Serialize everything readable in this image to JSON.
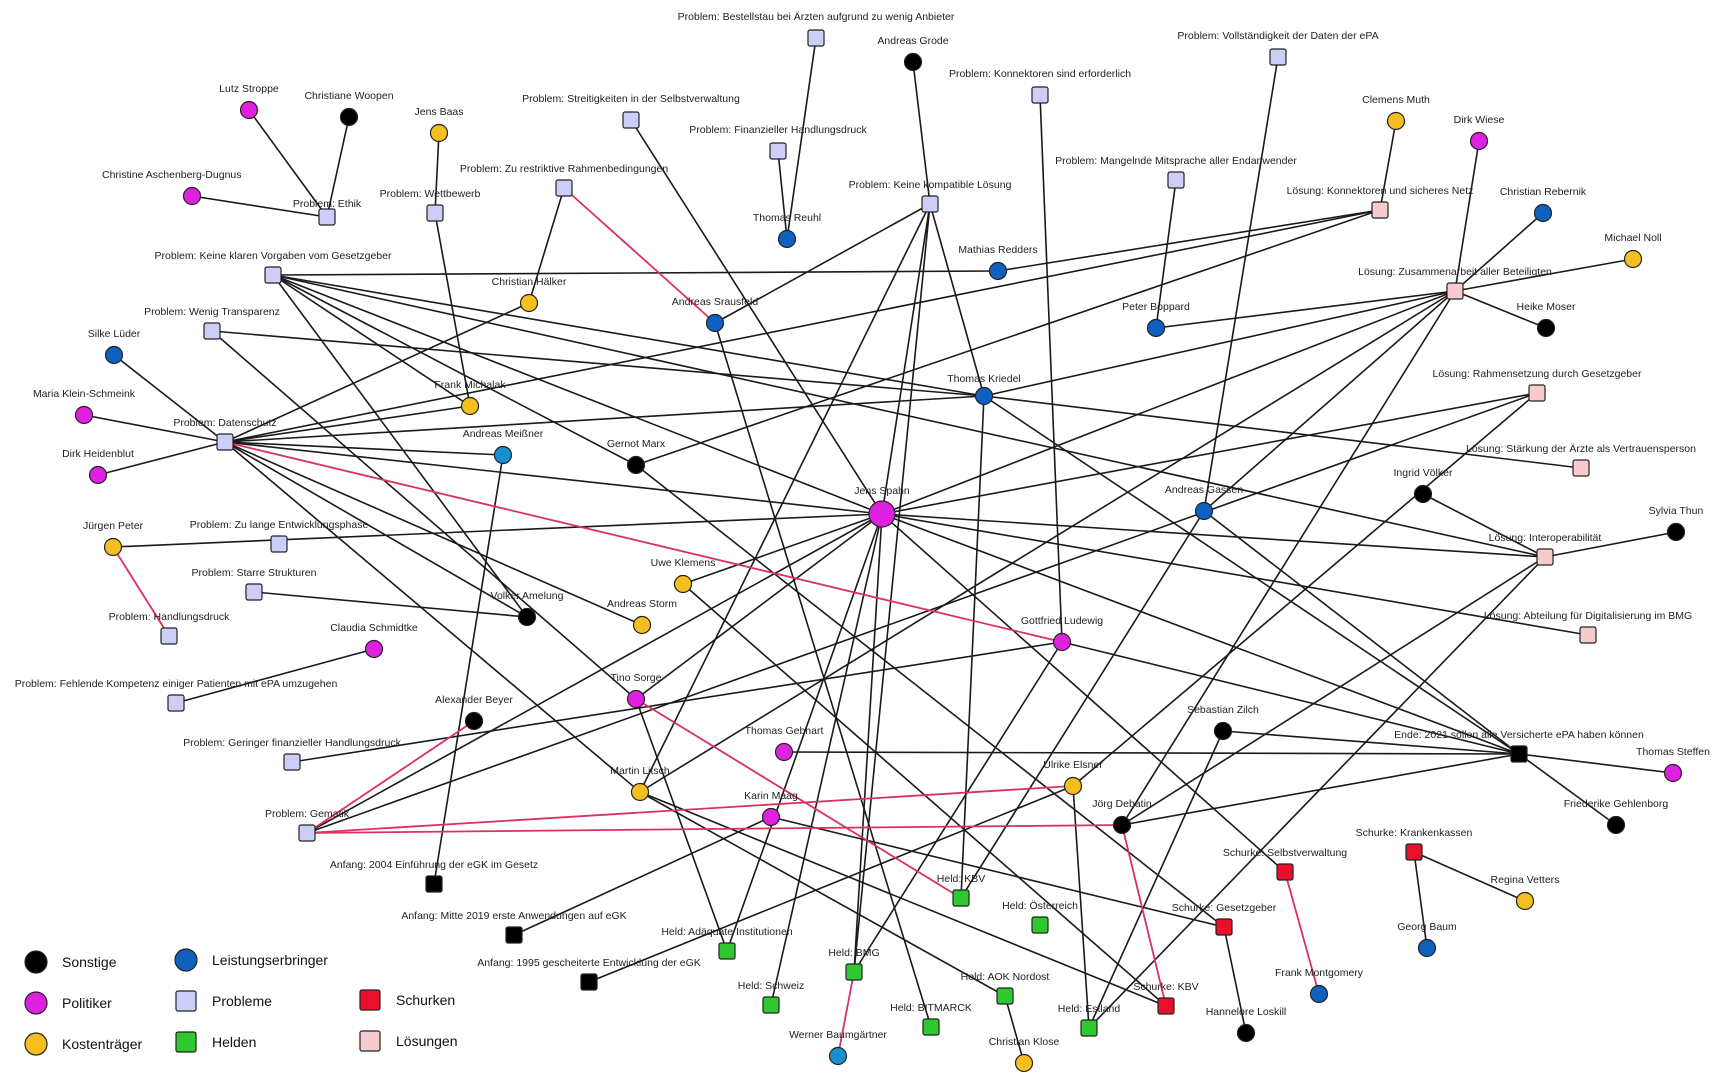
{
  "colors": {
    "Sonstige": "#000000",
    "Politiker": "#e020e0",
    "Kostenträger": "#f5bf20",
    "Leistungserbringer": "#1060c0",
    "Leistungserbringer2": "#1890d0",
    "Probleme": "#cccef8",
    "Helden": "#30c830",
    "Schurken": "#e8102a",
    "Lösungen": "#f8cccc",
    "edge": "#1a1a1a",
    "edge_red": "#d9325e"
  },
  "legend": [
    {
      "id": "sonstige",
      "label": "Sonstige",
      "cat": "Sonstige",
      "shape": "circle"
    },
    {
      "id": "politiker",
      "label": "Politiker",
      "cat": "Politiker",
      "shape": "circle"
    },
    {
      "id": "kostentraeger",
      "label": "Kostenträger",
      "cat": "Kostenträger",
      "shape": "circle"
    },
    {
      "id": "leistungserbringer",
      "label": "Leistungserbringer",
      "cat": "Leistungserbringer",
      "shape": "circle"
    },
    {
      "id": "probleme",
      "label": "Probleme",
      "cat": "Probleme",
      "shape": "square"
    },
    {
      "id": "helden",
      "label": "Helden",
      "cat": "Helden",
      "shape": "square"
    },
    {
      "id": "schurken",
      "label": "Schurken",
      "cat": "Schurken",
      "shape": "square"
    },
    {
      "id": "loesungen",
      "label": "Lösungen",
      "cat": "Lösungen",
      "shape": "square"
    }
  ],
  "nodes": [
    {
      "id": "spahn",
      "label": "Jens Spahn",
      "cat": "Politiker",
      "shape": "circle",
      "big": true
    },
    {
      "id": "p_bestell",
      "label": "Problem: Bestellstau bei Ärzten aufgrund zu wenig Anbieter",
      "cat": "Probleme",
      "shape": "square"
    },
    {
      "id": "grode",
      "label": "Andreas Grode",
      "cat": "Sonstige",
      "shape": "circle"
    },
    {
      "id": "p_vollst",
      "label": "Problem: Vollständigkeit der Daten der ePA",
      "cat": "Probleme",
      "shape": "square"
    },
    {
      "id": "p_konn",
      "label": "Problem: Konnektoren sind erforderlich",
      "cat": "Probleme",
      "shape": "square"
    },
    {
      "id": "stroppe",
      "label": "Lutz Stroppe",
      "cat": "Politiker",
      "shape": "circle"
    },
    {
      "id": "wooopen",
      "label": "Christiane Woopen",
      "cat": "Sonstige",
      "shape": "circle"
    },
    {
      "id": "baas",
      "label": "Jens Baas",
      "cat": "Kostenträger",
      "shape": "circle"
    },
    {
      "id": "p_streit",
      "label": "Problem: Streitigkeiten in der Selbstverwaltung",
      "cat": "Probleme",
      "shape": "square"
    },
    {
      "id": "p_finanz",
      "label": "Problem: Finanzieller Handlungsdruck",
      "cat": "Probleme",
      "shape": "square"
    },
    {
      "id": "muth",
      "label": "Clemens Muth",
      "cat": "Kostenträger",
      "shape": "circle"
    },
    {
      "id": "wiese",
      "label": "Dirk Wiese",
      "cat": "Politiker",
      "shape": "circle"
    },
    {
      "id": "aschenberg",
      "label": "Christine Aschenberg-Dugnus",
      "cat": "Politiker",
      "shape": "circle"
    },
    {
      "id": "p_ethik",
      "label": "Problem: Ethik",
      "cat": "Probleme",
      "shape": "square"
    },
    {
      "id": "p_wettbewerb",
      "label": "Problem: Wettbewerb",
      "cat": "Probleme",
      "shape": "square"
    },
    {
      "id": "p_restriktiv",
      "label": "Problem: Zu restriktive Rahmenbedingungen",
      "cat": "Probleme",
      "shape": "square"
    },
    {
      "id": "p_mitsprache",
      "label": "Problem: Mangelnde Mitsprache aller Endanwender",
      "cat": "Probleme",
      "shape": "square"
    },
    {
      "id": "p_kompatibel",
      "label": "Problem: Keine kompatible Lösung",
      "cat": "Probleme",
      "shape": "square"
    },
    {
      "id": "l_konn",
      "label": "Lösung: Konnektoren und sicheres Netz",
      "cat": "Lösungen",
      "shape": "square"
    },
    {
      "id": "rebernik",
      "label": "Christian Rebernik",
      "cat": "Leistungserbringer",
      "shape": "circle"
    },
    {
      "id": "reuhl",
      "label": "Thomas Reuhl",
      "cat": "Leistungserbringer",
      "shape": "circle"
    },
    {
      "id": "noll",
      "label": "Michael Noll",
      "cat": "Kostenträger",
      "shape": "circle"
    },
    {
      "id": "p_vorgaben",
      "label": "Problem: Keine klaren Vorgaben vom Gesetzgeber",
      "cat": "Probleme",
      "shape": "square"
    },
    {
      "id": "redders",
      "label": "Mathias Redders",
      "cat": "Leistungserbringer",
      "shape": "circle"
    },
    {
      "id": "l_zusammen",
      "label": "Lösung: Zusammenarbeit aller Beteiligten",
      "cat": "Lösungen",
      "shape": "square"
    },
    {
      "id": "haelker",
      "label": "Christian Hälker",
      "cat": "Kostenträger",
      "shape": "circle"
    },
    {
      "id": "p_transparenz",
      "label": "Problem: Wenig Transparenz",
      "cat": "Probleme",
      "shape": "square"
    },
    {
      "id": "srausfeld",
      "label": "Andreas Srausfeld",
      "cat": "Leistungserbringer",
      "shape": "circle"
    },
    {
      "id": "boppard",
      "label": "Peter Boppard",
      "cat": "Leistungserbringer",
      "shape": "circle"
    },
    {
      "id": "moser",
      "label": "Heike Moser",
      "cat": "Sonstige",
      "shape": "circle"
    },
    {
      "id": "lueder",
      "label": "Silke Lüder",
      "cat": "Leistungserbringer",
      "shape": "circle"
    },
    {
      "id": "kriedel",
      "label": "Thomas Kriedel",
      "cat": "Leistungserbringer",
      "shape": "circle"
    },
    {
      "id": "l_rahmen",
      "label": "Lösung: Rahmensetzung durch Gesetzgeber",
      "cat": "Lösungen",
      "shape": "square"
    },
    {
      "id": "michalak",
      "label": "Frank Michalak",
      "cat": "Kostenträger",
      "shape": "circle"
    },
    {
      "id": "klein",
      "label": "Maria Klein-Schmeink",
      "cat": "Politiker",
      "shape": "circle"
    },
    {
      "id": "p_datenschutz",
      "label": "Problem: Datenschutz",
      "cat": "Probleme",
      "shape": "square"
    },
    {
      "id": "meissner",
      "label": "Andreas Meißner",
      "cat": "Leistungserbringer2",
      "shape": "circle"
    },
    {
      "id": "marx",
      "label": "Gernot Marx",
      "cat": "Sonstige",
      "shape": "circle"
    },
    {
      "id": "l_aerzte",
      "label": "Lösung: Stärkung der Ärzte als Vertrauensperson",
      "cat": "Lösungen",
      "shape": "square"
    },
    {
      "id": "heidenblut",
      "label": "Dirk Heidenblut",
      "cat": "Politiker",
      "shape": "circle"
    },
    {
      "id": "voelker",
      "label": "Ingrid Völker",
      "cat": "Sonstige",
      "shape": "circle"
    },
    {
      "id": "gassen",
      "label": "Andreas Gassen",
      "cat": "Leistungserbringer",
      "shape": "circle"
    },
    {
      "id": "thun",
      "label": "Sylvia Thun",
      "cat": "Sonstige",
      "shape": "circle"
    },
    {
      "id": "peter",
      "label": "Jürgen Peter",
      "cat": "Kostenträger",
      "shape": "circle"
    },
    {
      "id": "p_entwicklung",
      "label": "Problem: Zu lange Entwicklungsphase",
      "cat": "Probleme",
      "shape": "square"
    },
    {
      "id": "l_interop",
      "label": "Lösung: Interoperabilität",
      "cat": "Lösungen",
      "shape": "square"
    },
    {
      "id": "klemens",
      "label": "Uwe Klemens",
      "cat": "Kostenträger",
      "shape": "circle"
    },
    {
      "id": "p_starr",
      "label": "Problem: Starre Strukturen",
      "cat": "Probleme",
      "shape": "square"
    },
    {
      "id": "amelung",
      "label": "Volker Amelung",
      "cat": "Sonstige",
      "shape": "circle"
    },
    {
      "id": "storm",
      "label": "Andreas Storm",
      "cat": "Kostenträger",
      "shape": "circle"
    },
    {
      "id": "p_handlung",
      "label": "Problem: Handlungsdruck",
      "cat": "Probleme",
      "shape": "square"
    },
    {
      "id": "ludewig",
      "label": "Gottfried Ludewig",
      "cat": "Politiker",
      "shape": "circle"
    },
    {
      "id": "l_abteilung",
      "label": "Lösung: Abteilung für Digitalisierung im BMG",
      "cat": "Lösungen",
      "shape": "square"
    },
    {
      "id": "schmidtke",
      "label": "Claudia Schmidtke",
      "cat": "Politiker",
      "shape": "circle"
    },
    {
      "id": "p_kompetenz",
      "label": "Problem: Fehlende Kompetenz einiger Patienten mit ePA umzugehen",
      "cat": "Probleme",
      "shape": "square"
    },
    {
      "id": "sorge",
      "label": "Tino Sorge",
      "cat": "Politiker",
      "shape": "circle"
    },
    {
      "id": "zilch",
      "label": "Sebastian Zilch",
      "cat": "Sonstige",
      "shape": "circle"
    },
    {
      "id": "ende",
      "label": "Ende: 2021 sollen alle Versicherte ePA haben können",
      "cat": "Sonstige",
      "shape": "square"
    },
    {
      "id": "beyer",
      "label": "Alexander Beyer",
      "cat": "Sonstige",
      "shape": "circle"
    },
    {
      "id": "gebhart",
      "label": "Thomas Gebhart",
      "cat": "Politiker",
      "shape": "circle"
    },
    {
      "id": "steffen",
      "label": "Thomas Steffen",
      "cat": "Politiker",
      "shape": "circle"
    },
    {
      "id": "p_gfinanz",
      "label": "Problem: Geringer finanzieller Handlungsdruck",
      "cat": "Probleme",
      "shape": "square"
    },
    {
      "id": "elsner",
      "label": "Ulrike Elsner",
      "cat": "Kostenträger",
      "shape": "circle"
    },
    {
      "id": "litsch",
      "label": "Martin Litsch",
      "cat": "Kostenträger",
      "shape": "circle"
    },
    {
      "id": "gehlenborg",
      "label": "Friederike Gehlenborg",
      "cat": "Sonstige",
      "shape": "circle"
    },
    {
      "id": "maag",
      "label": "Karin Maag",
      "cat": "Politiker",
      "shape": "circle"
    },
    {
      "id": "debatin",
      "label": "Jörg Debatin",
      "cat": "Sonstige",
      "shape": "circle"
    },
    {
      "id": "p_gematik",
      "label": "Problem: Gematik",
      "cat": "Probleme",
      "shape": "square"
    },
    {
      "id": "s_kk",
      "label": "Schurke: Krankenkassen",
      "cat": "Schurken",
      "shape": "square"
    },
    {
      "id": "s_selbst",
      "label": "Schurke: Selbstverwaltung",
      "cat": "Schurken",
      "shape": "square"
    },
    {
      "id": "a_2004",
      "label": "Anfang: 2004 Einführung der eGK im Gesetz",
      "cat": "Sonstige",
      "shape": "square"
    },
    {
      "id": "vetters",
      "label": "Regina Vetters",
      "cat": "Kostenträger",
      "shape": "circle"
    },
    {
      "id": "h_kbv",
      "label": "Held: KBV",
      "cat": "Helden",
      "shape": "square"
    },
    {
      "id": "h_oesterreich",
      "label": "Held: Österreich",
      "cat": "Helden",
      "shape": "square"
    },
    {
      "id": "s_gesetzgeber",
      "label": "Schurke: Gesetzgeber",
      "cat": "Schurken",
      "shape": "square"
    },
    {
      "id": "a_2019",
      "label": "Anfang: Mitte 2019 erste Anwendungen auf eGK",
      "cat": "Sonstige",
      "shape": "square"
    },
    {
      "id": "baum",
      "label": "Georg Baum",
      "cat": "Leistungserbringer",
      "shape": "circle"
    },
    {
      "id": "h_adaequat",
      "label": "Held: Adäquate Institutionen",
      "cat": "Helden",
      "shape": "square"
    },
    {
      "id": "a_1995",
      "label": "Anfang: 1995 gescheiterte Entwicklung der eGK",
      "cat": "Sonstige",
      "shape": "square"
    },
    {
      "id": "h_bmg",
      "label": "Held: BMG",
      "cat": "Helden",
      "shape": "square"
    },
    {
      "id": "h_aok",
      "label": "Held: AOK Nordost",
      "cat": "Helden",
      "shape": "square"
    },
    {
      "id": "montgomery",
      "label": "Frank Montgomery",
      "cat": "Leistungserbringer",
      "shape": "circle"
    },
    {
      "id": "h_schweiz",
      "label": "Held: Schweiz",
      "cat": "Helden",
      "shape": "square"
    },
    {
      "id": "s_kbv",
      "label": "Schurke: KBV",
      "cat": "Schurken",
      "shape": "square"
    },
    {
      "id": "h_bitmarck",
      "label": "Held: BITMARCK",
      "cat": "Helden",
      "shape": "square"
    },
    {
      "id": "h_estland",
      "label": "Held: Estland",
      "cat": "Helden",
      "shape": "square"
    },
    {
      "id": "loskill",
      "label": "Hannelore Loskill",
      "cat": "Sonstige",
      "shape": "circle"
    },
    {
      "id": "baumgaertner",
      "label": "Werner Baumgärtner",
      "cat": "Leistungserbringer2",
      "shape": "circle"
    },
    {
      "id": "klose",
      "label": "Christian Klose",
      "cat": "Kostenträger",
      "shape": "circle"
    }
  ],
  "edges": [
    [
      "stroppe",
      "p_ethik"
    ],
    [
      "wooopen",
      "p_ethik"
    ],
    [
      "aschenberg",
      "p_ethik"
    ],
    [
      "baas",
      "p_wettbewerb"
    ],
    [
      "p_wettbewerb",
      "michalak"
    ],
    [
      "p_bestell",
      "reuhl"
    ],
    [
      "p_finanz",
      "reuhl"
    ],
    [
      "grode",
      "p_kompatibel"
    ],
    [
      "p_streit",
      "spahn"
    ],
    [
      "p_restriktiv",
      "haelker"
    ],
    [
      "p_vollst",
      "gassen"
    ],
    [
      "p_konn",
      "ludewig"
    ],
    [
      "p_mitsprache",
      "boppard"
    ],
    [
      "p_kompatibel",
      "spahn"
    ],
    [
      "p_kompatibel",
      "srausfeld"
    ],
    [
      "p_kompatibel",
      "kriedel"
    ],
    [
      "p_kompatibel",
      "litsch"
    ],
    [
      "p_kompatibel",
      "h_bmg"
    ],
    [
      "muth",
      "l_konn"
    ],
    [
      "l_konn",
      "redders"
    ],
    [
      "l_konn",
      "p_datenschutz"
    ],
    [
      "wiese",
      "l_zusammen"
    ],
    [
      "rebernik",
      "l_zusammen"
    ],
    [
      "noll",
      "l_zusammen"
    ],
    [
      "l_zusammen",
      "moser"
    ],
    [
      "l_zusammen",
      "boppard"
    ],
    [
      "l_zusammen",
      "spahn"
    ],
    [
      "l_zusammen",
      "kriedel"
    ],
    [
      "l_zusammen",
      "gassen"
    ],
    [
      "l_zusammen",
      "debatin"
    ],
    [
      "l_zusammen",
      "litsch"
    ],
    [
      "p_vorgaben",
      "redders"
    ],
    [
      "p_vorgaben",
      "spahn"
    ],
    [
      "p_vorgaben",
      "kriedel"
    ],
    [
      "p_vorgaben",
      "amelung"
    ],
    [
      "p_vorgaben",
      "michalak"
    ],
    [
      "p_vorgaben",
      "marx"
    ],
    [
      "p_transparenz",
      "kriedel"
    ],
    [
      "p_transparenz",
      "sorge"
    ],
    [
      "lueder",
      "p_datenschutz"
    ],
    [
      "klein",
      "p_datenschutz"
    ],
    [
      "heidenblut",
      "p_datenschutz"
    ],
    [
      "p_datenschutz",
      "michalak"
    ],
    [
      "p_datenschutz",
      "haelker"
    ],
    [
      "p_datenschutz",
      "meissner"
    ],
    [
      "p_datenschutz",
      "spahn"
    ],
    [
      "p_datenschutz",
      "kriedel"
    ],
    [
      "p_datenschutz",
      "storm"
    ],
    [
      "p_datenschutz",
      "amelung"
    ],
    [
      "p_datenschutz",
      "litsch"
    ],
    [
      "peter",
      "spahn"
    ],
    [
      "p_starr",
      "amelung"
    ],
    [
      "p_kompetenz",
      "schmidtke"
    ],
    [
      "p_gfinanz",
      "ludewig"
    ],
    [
      "p_gematik",
      "spahn"
    ],
    [
      "kriedel",
      "l_aerzte"
    ],
    [
      "kriedel",
      "h_kbv"
    ],
    [
      "kriedel",
      "ende"
    ],
    [
      "srausfeld",
      "h_bitmarck"
    ],
    [
      "marx",
      "l_konn"
    ],
    [
      "marx",
      "s_gesetzgeber"
    ],
    [
      "l_rahmen",
      "spahn"
    ],
    [
      "l_rahmen",
      "p_gematik"
    ],
    [
      "l_rahmen",
      "elsner"
    ],
    [
      "voelker",
      "l_interop"
    ],
    [
      "thun",
      "l_interop"
    ],
    [
      "l_interop",
      "spahn"
    ],
    [
      "l_interop",
      "p_vorgaben"
    ],
    [
      "l_interop",
      "debatin"
    ],
    [
      "l_interop",
      "h_estland"
    ],
    [
      "gassen",
      "ende"
    ],
    [
      "gassen",
      "h_kbv"
    ],
    [
      "spahn",
      "l_abteilung"
    ],
    [
      "spahn",
      "ende"
    ],
    [
      "spahn",
      "h_adaequat"
    ],
    [
      "spahn",
      "h_schweiz"
    ],
    [
      "spahn",
      "sorge"
    ],
    [
      "spahn",
      "h_bmg"
    ],
    [
      "spahn",
      "s_selbst"
    ],
    [
      "spahn",
      "klemens"
    ],
    [
      "klemens",
      "s_kbv"
    ],
    [
      "meissner",
      "a_2004"
    ],
    [
      "ludewig",
      "h_bmg"
    ],
    [
      "ludewig",
      "ende"
    ],
    [
      "sorge",
      "h_adaequat"
    ],
    [
      "zilch",
      "ende"
    ],
    [
      "zilch",
      "h_estland"
    ],
    [
      "ende",
      "gebhart"
    ],
    [
      "ende",
      "steffen"
    ],
    [
      "ende",
      "gehlenborg"
    ],
    [
      "ende",
      "debatin"
    ],
    [
      "litsch",
      "h_aok"
    ],
    [
      "litsch",
      "s_kbv"
    ],
    [
      "maag",
      "a_2019"
    ],
    [
      "maag",
      "s_gesetzgeber"
    ],
    [
      "elsner",
      "h_estland"
    ],
    [
      "elsner",
      "a_1995"
    ],
    [
      "s_gesetzgeber",
      "loskill"
    ],
    [
      "s_kk",
      "vetters"
    ],
    [
      "s_kk",
      "baum"
    ],
    [
      "h_aok",
      "klose"
    ]
  ],
  "red_edges": [
    [
      "p_restriktiv",
      "srausfeld"
    ],
    [
      "peter",
      "p_handlung"
    ],
    [
      "p_datenschutz",
      "ludewig"
    ],
    [
      "beyer",
      "p_gematik"
    ],
    [
      "p_gematik",
      "elsner"
    ],
    [
      "p_gematik",
      "debatin"
    ],
    [
      "sorge",
      "h_kbv"
    ],
    [
      "debatin",
      "s_kbv"
    ],
    [
      "s_selbst",
      "montgomery"
    ],
    [
      "h_bmg",
      "baumgaertner"
    ]
  ]
}
